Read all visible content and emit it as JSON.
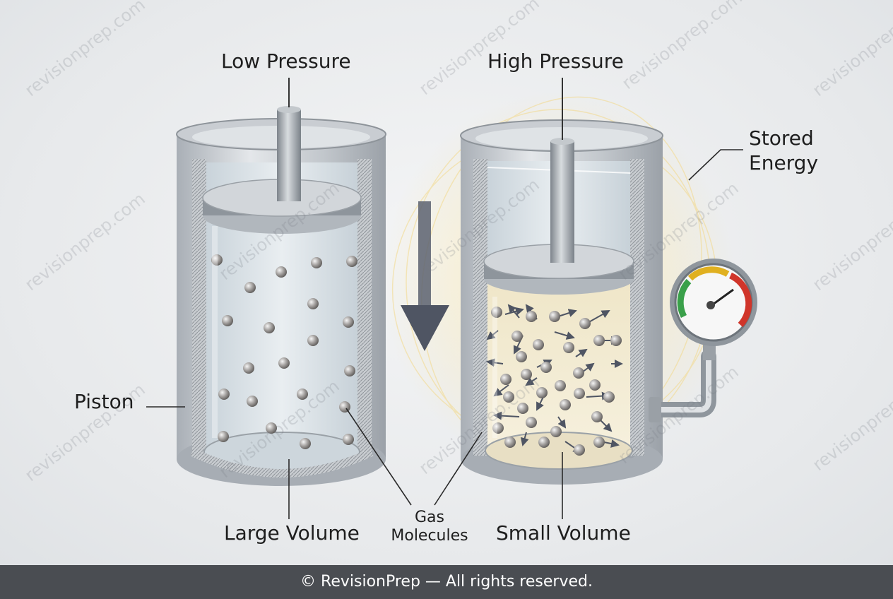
{
  "labels": {
    "low_pressure": "Low Pressure",
    "high_pressure": "High Pressure",
    "stored_energy_line1": "Stored",
    "stored_energy_line2": "Energy",
    "piston": "Piston",
    "large_volume": "Large Volume",
    "small_volume": "Small Volume",
    "gas_line1": "Gas",
    "gas_line2": "Molecules"
  },
  "watermark": "revisionprep.com",
  "footer": "© RevisionPrep — All rights reserved.",
  "colors": {
    "cylinder_metal": "#b9bec4",
    "glass": "#d9e2e8",
    "warm_gas": "#f3ecd6",
    "arrow": "#4f5563",
    "gauge_green": "#3aa04a",
    "gauge_yellow": "#e0b020",
    "gauge_red": "#d0352a",
    "footer_bg": "#4a4d52"
  },
  "icons": [
    "down-arrow-icon",
    "pressure-gauge-icon"
  ]
}
